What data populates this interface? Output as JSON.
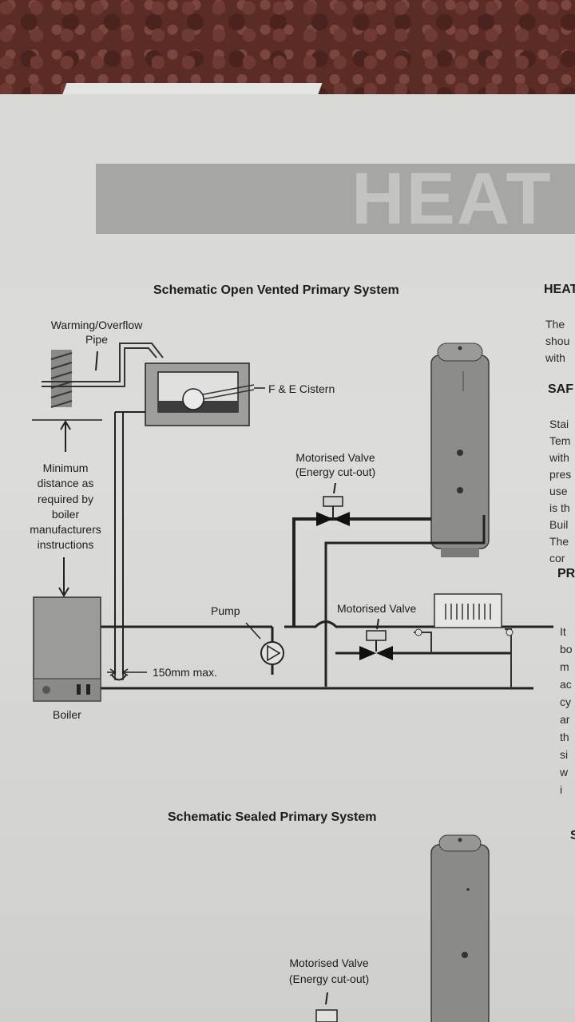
{
  "diagram1": {
    "title": "Schematic Open Vented Primary System",
    "labels": {
      "warming_pipe": "Warming/Overflow\nPipe",
      "cistern": "F & E Cistern",
      "min_distance": "Minimum\ndistance as\nrequired by\nboiler\nmanufacturers\ninstructions",
      "motorised_valve_1": "Motorised Valve\n(Energy cut-out)",
      "pump": "Pump",
      "motorised_valve_2": "Motorised Valve",
      "max_distance": "150mm max.",
      "boiler": "Boiler"
    }
  },
  "diagram2": {
    "title": "Schematic Sealed Primary System",
    "labels": {
      "motorised_valve": "Motorised Valve\n(Energy cut-out)"
    }
  },
  "right_column": {
    "heading_1": "HEAT",
    "lines_1": [
      "The",
      "shou",
      "with"
    ],
    "heading_2": "SAF",
    "lines_2": [
      "Stai",
      "Tem",
      "with",
      "pres",
      "use",
      "is th",
      "Buil",
      "The",
      "cor"
    ],
    "heading_3": "PR",
    "lines_3": [
      "It",
      "bo",
      "m",
      "ac",
      "cy",
      "ar",
      "th",
      "si",
      "w",
      "i"
    ],
    "fragment": "S"
  },
  "colors": {
    "paper": "#d9d9d6",
    "ink": "#1c1c1c",
    "cylinder": "#8c8c8a",
    "boiler": "#9b9b99"
  }
}
